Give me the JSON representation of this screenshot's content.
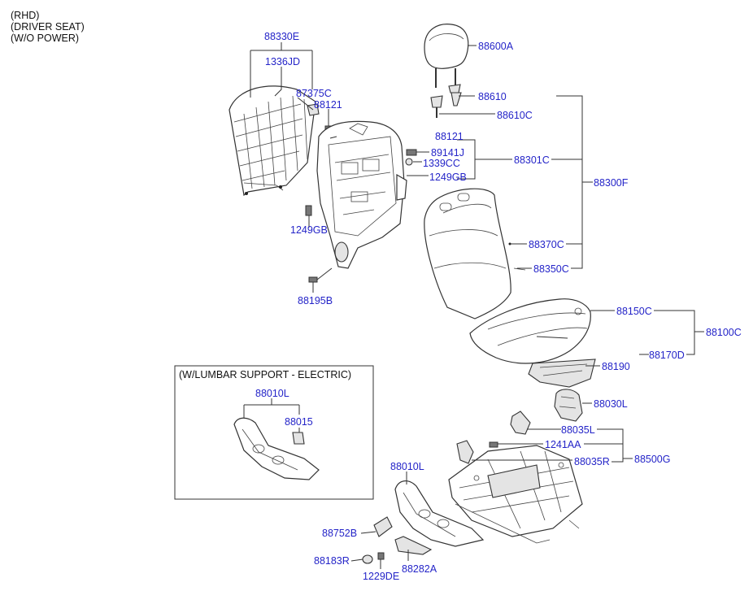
{
  "notes": [
    "(RHD)",
    "(DRIVER SEAT)",
    "(W/O POWER)"
  ],
  "inset": {
    "title": "(W/LUMBAR SUPPORT - ELECTRIC)"
  },
  "parts": {
    "p88330E": "88330E",
    "p1336JD": "1336JD",
    "p87375C": "87375C",
    "p88121a": "88121",
    "p1249GBa": "1249GB",
    "p88195B": "88195B",
    "p88600A": "88600A",
    "p88610": "88610",
    "p88610C": "88610C",
    "p88121b": "88121",
    "p89141J": "89141J",
    "p1339CC": "1339CC",
    "p1249GBb": "1249GB",
    "p88301C": "88301C",
    "p88300F": "88300F",
    "p88370C": "88370C",
    "p88350C": "88350C",
    "p88150C": "88150C",
    "p88100C": "88100C",
    "p88170D": "88170D",
    "p88190": "88190",
    "p88030L": "88030L",
    "p88035L": "88035L",
    "p1241AA": "1241AA",
    "p88035R": "88035R",
    "p88500G": "88500G",
    "p88010La": "88010L",
    "p88015": "88015",
    "p88010Lb": "88010L",
    "p88752B": "88752B",
    "p88183R": "88183R",
    "p1229DE": "1229DE",
    "p88282A": "88282A"
  }
}
